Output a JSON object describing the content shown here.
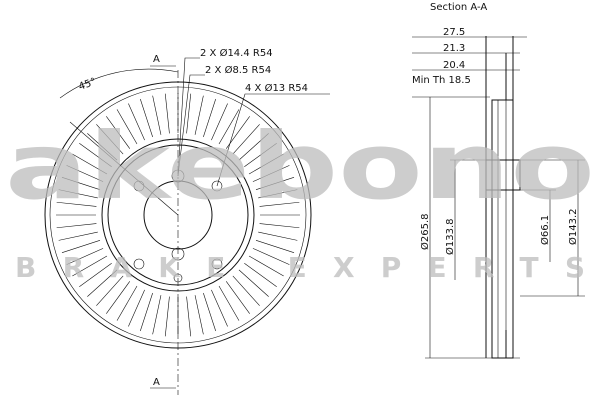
{
  "section_title": "Section A-A",
  "section_marker": "A",
  "angle_label": "45°",
  "hole_callouts": [
    "2 X Ø14.4 R54",
    "2 X Ø8.5 R54",
    "4 X Ø13 R54"
  ],
  "thickness_dims": [
    "27.5",
    "21.3",
    "20.4"
  ],
  "min_thickness": "Min Th 18.5",
  "diameter_dims": [
    "Ø265.8",
    "Ø133.8",
    "Ø66.1",
    "Ø143.2"
  ],
  "watermark": {
    "brand": "akebono",
    "tagline": "BRAKE EXPERTS"
  }
}
